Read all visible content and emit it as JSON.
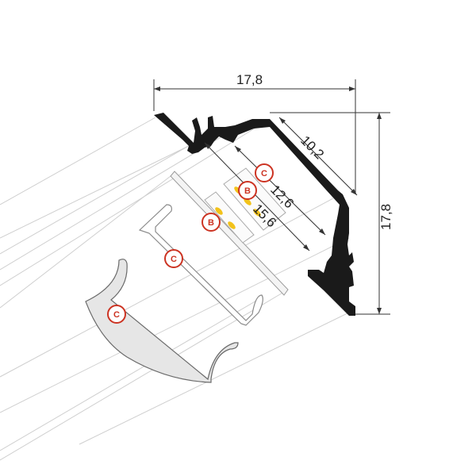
{
  "dimensions": {
    "top_width": "17,8",
    "right_height": "17,8",
    "diagonal_face": "10,2",
    "inner_width_1": "12,6",
    "inner_width_2": "15,6"
  },
  "badges": {
    "profile_cover": "C",
    "led_strip_1": "B",
    "led_strip_2": "B",
    "flat_cover": "C",
    "round_cover": "C"
  },
  "colors": {
    "profile": "#1a1a1a",
    "badge_ring": "#cc3322",
    "badge_fill": "#ffffff",
    "led": "#f2c21a",
    "dimension": "#333333",
    "cover_fill": "#e6e6e6"
  }
}
